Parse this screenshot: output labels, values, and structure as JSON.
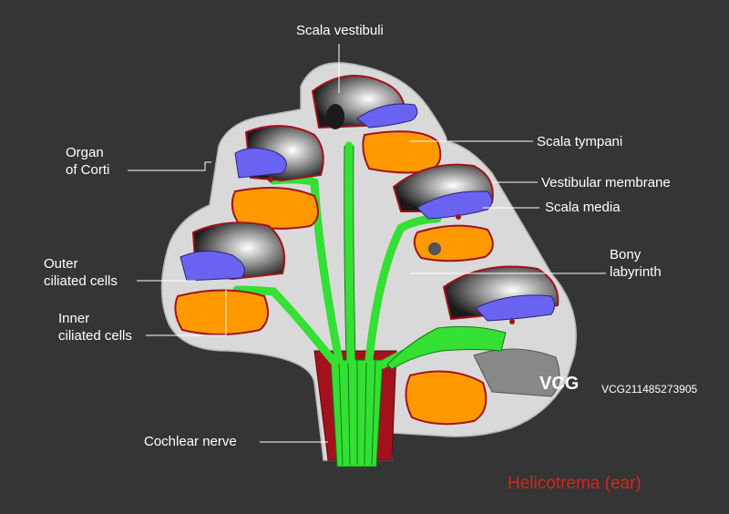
{
  "labels": {
    "scala_vestibuli": "Scala vestibuli",
    "organ_of_corti": "Organ\nof Corti",
    "scala_tympani": "Scala tympani",
    "vestibular_membrane": "Vestibular membrane",
    "scala_media": "Scala media",
    "bony_labyrinth": "Bony\nlabyrinth",
    "outer_ciliated_cells": "Outer\nciliated cells",
    "inner_ciliated_cells": "Inner\nciliated cells",
    "cochlear_nerve": "Cochlear nerve"
  },
  "caption": "Helicotrema (ear)",
  "watermark": {
    "logo": "VCG",
    "id": "VCG211485273905"
  },
  "colors": {
    "background": "#353535",
    "bony_labyrinth": "#d9d9d9",
    "nerve": "#33e033",
    "vessel": "#a3121c",
    "scala_tympani": "#ff9900",
    "membrane": "#6a63f2",
    "label": "#ffffff",
    "caption": "#d8231c"
  }
}
